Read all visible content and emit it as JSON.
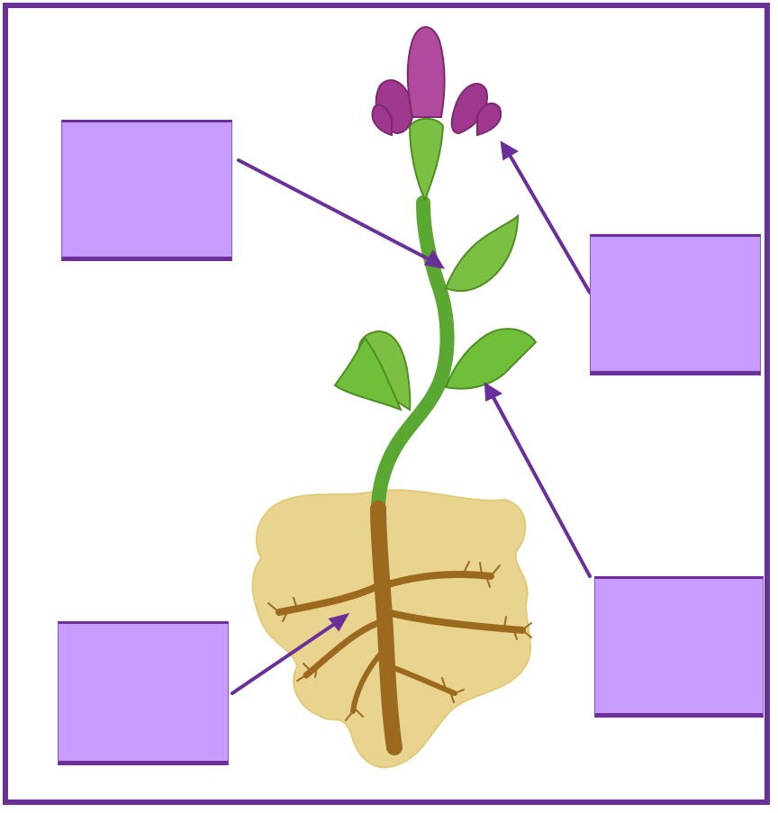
{
  "diagram": {
    "subject": "plant-parts-labeling",
    "colors": {
      "frame": "#6a2f99",
      "label_box_fill": "#c79bff",
      "arrow": "#6a2f99",
      "petals": "#a0378f",
      "sepals": "#7bc043",
      "stem": "#5aa832",
      "leaves": "#6fbf3a",
      "soil": "#e9d48f",
      "roots": "#9b6a1f"
    },
    "label_boxes": [
      {
        "id": "stem",
        "text": ""
      },
      {
        "id": "flower",
        "text": ""
      },
      {
        "id": "leaf",
        "text": ""
      },
      {
        "id": "root",
        "text": ""
      }
    ]
  }
}
